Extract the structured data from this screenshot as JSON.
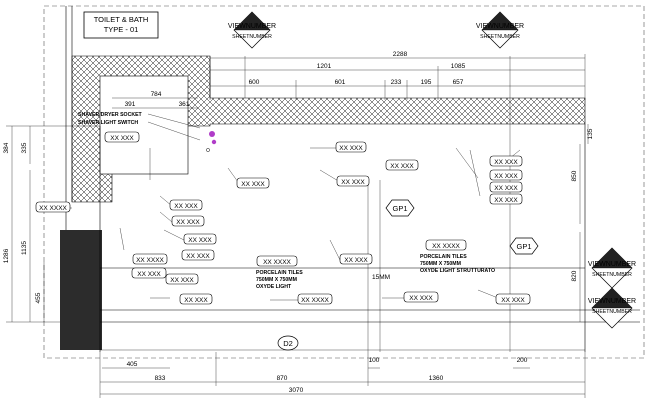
{
  "title": {
    "line1": "TOILET & BATH",
    "line2": "TYPE - 01"
  },
  "view_markers": [
    {
      "top": "VIEWNUMBER",
      "bottom": "SHEETNUMBER"
    },
    {
      "top": "VIEWNUMBER",
      "bottom": "SHEETNUMBER"
    },
    {
      "top": "VIEWNUMBER",
      "bottom": "SHEETNUMBER"
    },
    {
      "top": "VIEWNUMBER",
      "bottom": "SHEETNUMBER"
    }
  ],
  "dimensions": {
    "top_overall": "2288",
    "top_left": "1201",
    "top_right": "1085",
    "top_segments": [
      "600",
      "601",
      "233",
      "195",
      "657"
    ],
    "small_top": [
      "784",
      "391",
      "361"
    ],
    "left_outer": "1286",
    "left_a": "384",
    "left_b": "335",
    "left_c": "1135",
    "left_d": "455",
    "right_a": "135",
    "right_b": "850",
    "right_c": "820",
    "bottom_small": [
      "405",
      "100",
      "200"
    ],
    "bottom_segments": [
      "833",
      "870",
      "1360"
    ],
    "bottom_overall": "3070",
    "mid_label": "15MM"
  },
  "fixture_labels": [
    "SHAVER/DRYER SOCKET",
    "SHAVER LIGHT SWITCH"
  ],
  "tags": {
    "xx": "XX XXX",
    "xx_long": "XX XXXX",
    "gp1": "GP1",
    "d2": "D2"
  },
  "notes": [
    {
      "lines": [
        "PORCELAIN TILES",
        "750MM X 750MM",
        "OXYDE LIGHT"
      ]
    },
    {
      "lines": [
        "PORCELAIN TILES",
        "750MM X 750MM",
        "OXYDE LIGHT STRUTTURATO"
      ]
    }
  ]
}
